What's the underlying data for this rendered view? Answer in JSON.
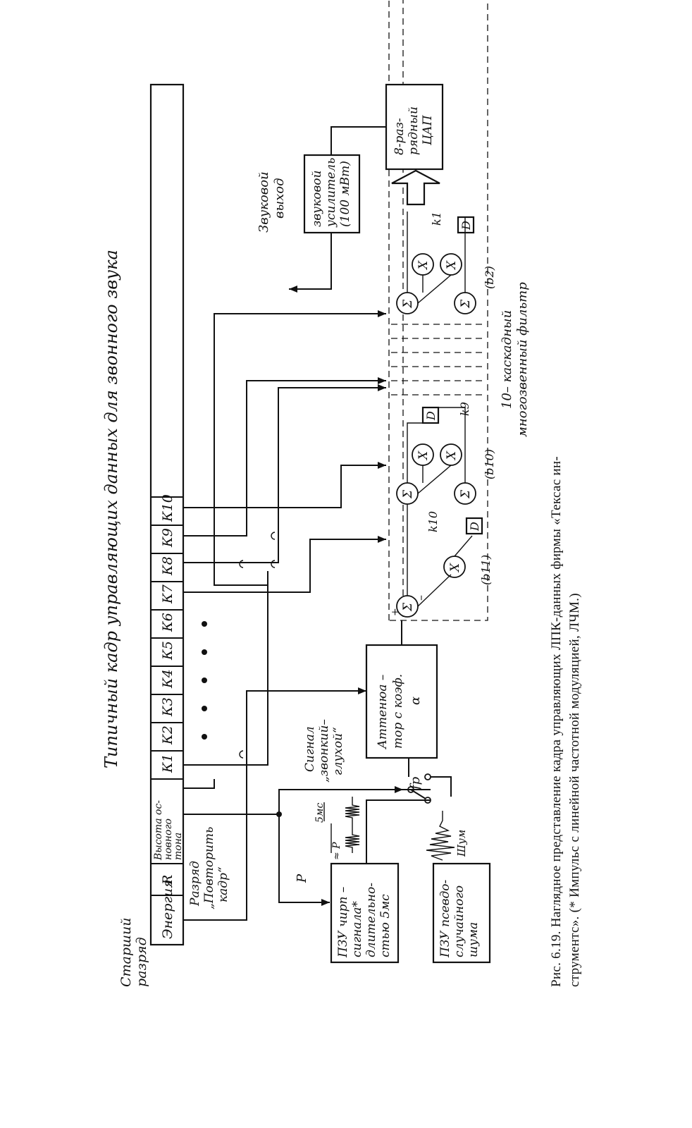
{
  "title": "Типичный кадр управляющих данных для звонного звука",
  "msb_label": [
    "Старший",
    "разряд"
  ],
  "frame_fields": {
    "energy": "Энергия",
    "repeat": "R",
    "pitch": [
      "Высота ос-",
      "новного",
      "тона"
    ],
    "k": [
      "К1",
      "К2",
      "К3",
      "К4",
      "К5",
      "К6",
      "К7",
      "К8",
      "К9",
      "К10"
    ]
  },
  "repeat_note": [
    "Разряд",
    "„Повторить",
    "кадр“"
  ],
  "signal_note": [
    "Сигнал",
    "„звонкий–",
    "глухой“"
  ],
  "label_p": "P",
  "label_fp": "fр",
  "pulse_period": "≈ P",
  "pulse_width": "5мс",
  "noise_label": "Шум",
  "chirp_rom": [
    "ПЗУ чирп –",
    "сигнала*",
    "длительно-",
    "стью 5мс"
  ],
  "noise_rom": [
    "ПЗУ псевдо-",
    "случайного",
    "шума"
  ],
  "attenuator": [
    "Аттенюа –",
    "тор с коэф.",
    "α"
  ],
  "filter": {
    "sum": "Σ",
    "mult": "X",
    "delay": "D",
    "plus": "+",
    "minus": "–",
    "k10": "k10",
    "k9": "k9",
    "k1": "k1",
    "b11": "(b11)",
    "b10": "(b10)",
    "b2": "(b2)",
    "caption": [
      "10– каскадный",
      "многозвенный фильтр"
    ]
  },
  "dac": [
    "8-раз-",
    "рядный",
    "ЦАП"
  ],
  "amplifier": [
    "звуковой",
    "усилитель",
    "(100 мВт)"
  ],
  "output": [
    "Звуковой",
    "выход"
  ],
  "caption_lines": [
    "Рис. 6.19. Наглядное представление кадра управляющих ЛПК-данных фирмы «Тексас ин-",
    "струментс». (* Импульс с линейной частотной модуляцией, ЛЧМ.)"
  ]
}
